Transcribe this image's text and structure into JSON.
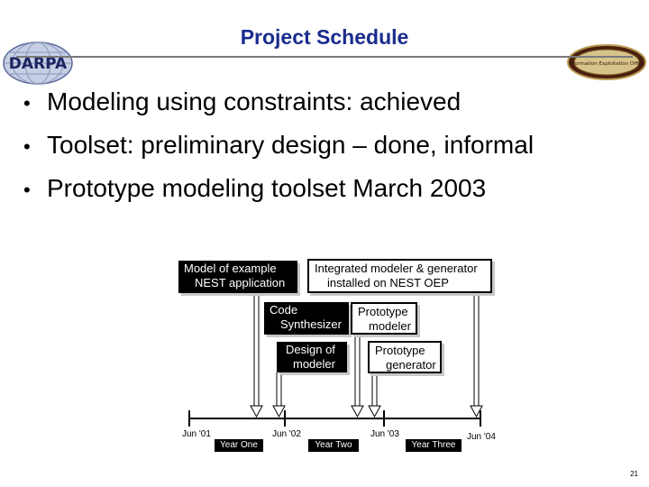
{
  "slide": {
    "title": "Project Schedule",
    "page_number": "21"
  },
  "logos": {
    "left": {
      "text": "DARPA",
      "icon": "darpa-logo"
    },
    "right": {
      "text": "Information Exploitation Office",
      "icon": "ixo-logo"
    }
  },
  "bullets": [
    "Modeling using constraints: achieved",
    "Toolset: preliminary design – done, informal",
    "Prototype modeling toolset March 2003"
  ],
  "schedule": {
    "milestones": {
      "model_example": [
        "Model of example",
        "NEST application"
      ],
      "integrated": [
        "Integrated modeler & generator",
        "installed on NEST OEP"
      ],
      "code_synth": [
        "Code",
        "Synthesizer"
      ],
      "proto_modeler": [
        "Prototype",
        "modeler"
      ],
      "design_modeler": [
        "Design of",
        "modeler"
      ],
      "proto_generator": [
        "Prototype",
        "generator"
      ]
    },
    "ticks": [
      "Jun '01",
      "Jun '02",
      "Jun '03",
      "Jun '04"
    ],
    "years": [
      "Year One",
      "Year Two",
      "Year Three"
    ]
  },
  "colors": {
    "title": "#1a2c8c",
    "box_dark": "#000000",
    "box_gray": "#4a4a4a",
    "rule": "#7a7a7a"
  }
}
